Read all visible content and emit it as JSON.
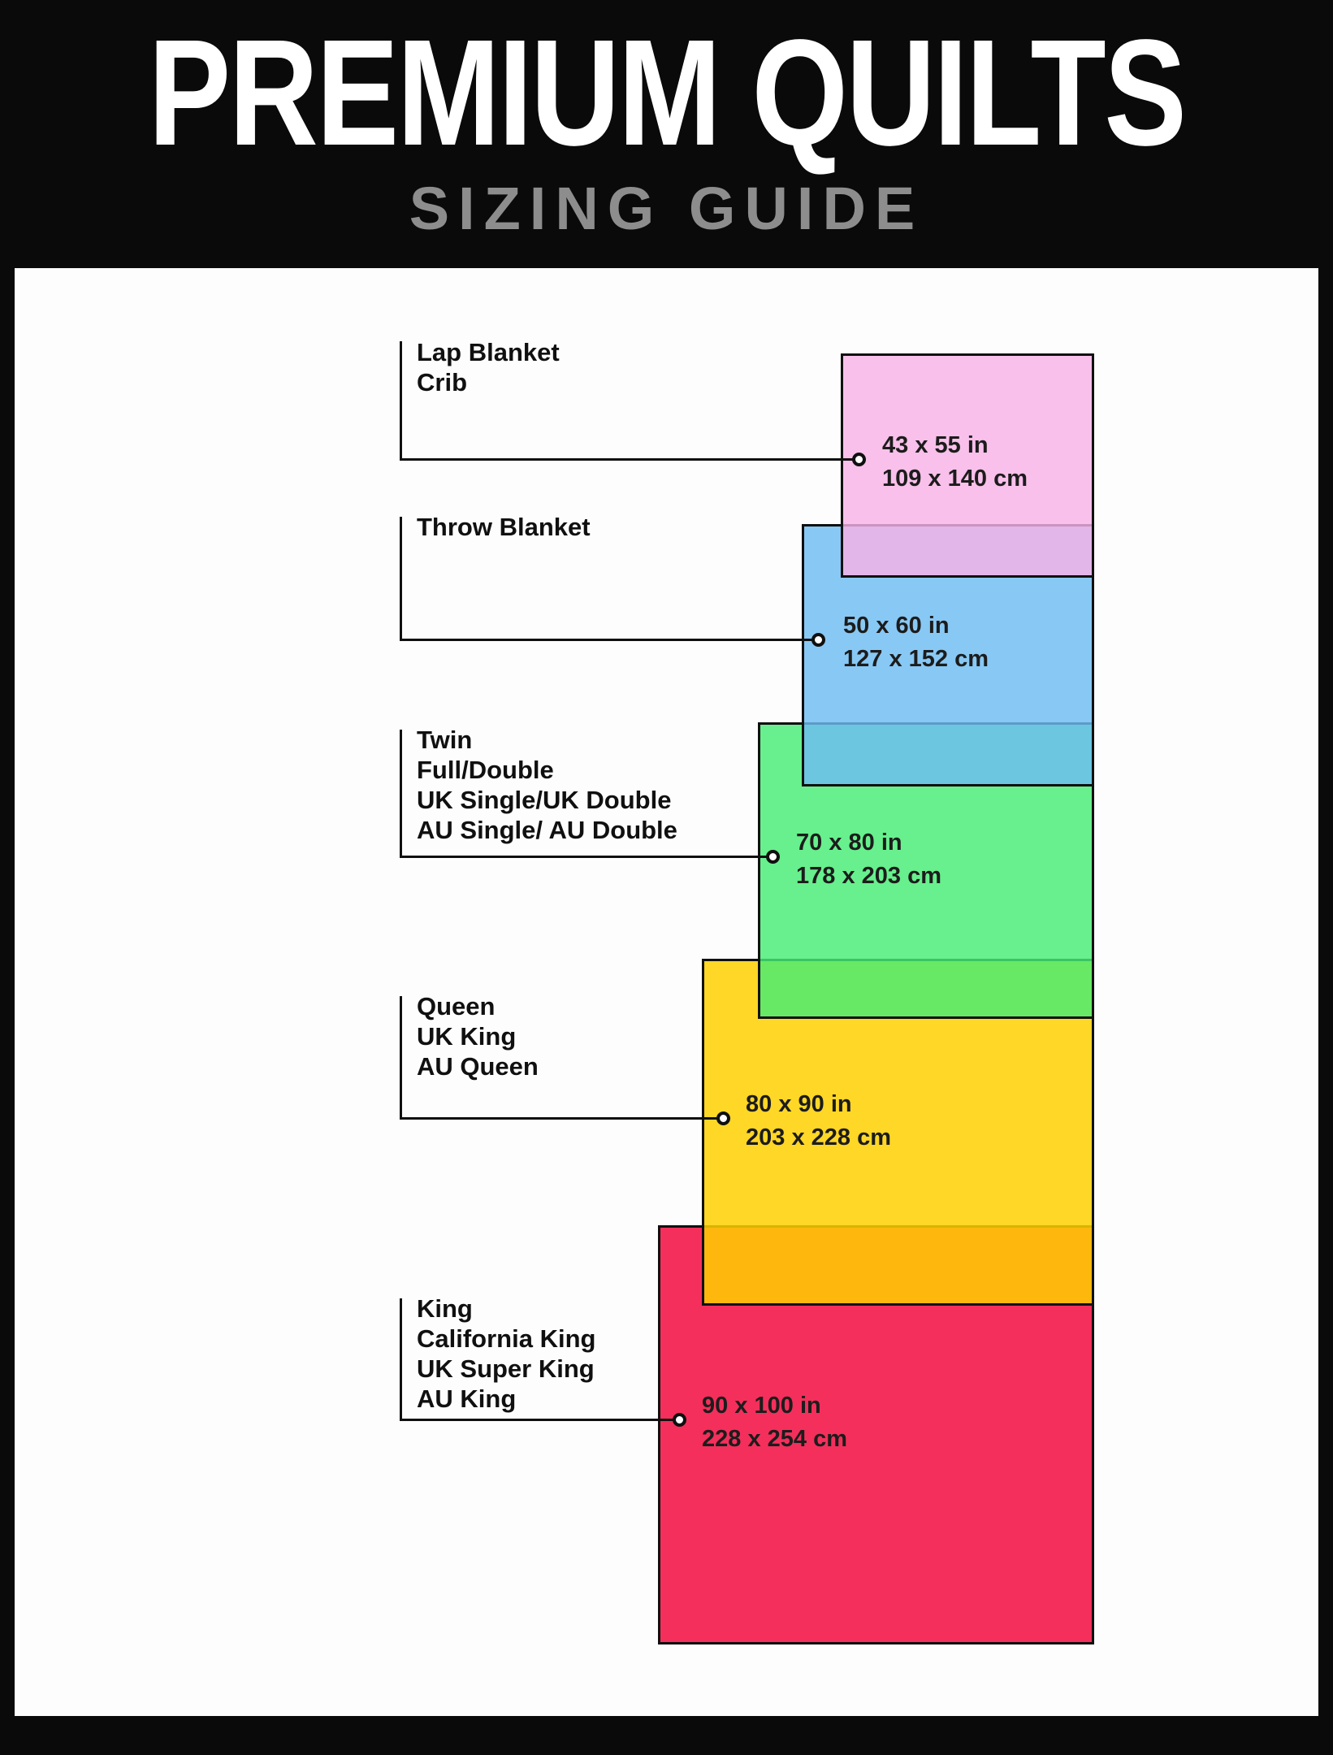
{
  "header": {
    "title": "PREMIUM QUILTS",
    "subtitle": "SIZING GUIDE"
  },
  "colors": {
    "background": "#0a0a0a",
    "panel": "#fdfdfd",
    "title": "#ffffff",
    "subtitle": "#8d8d8d",
    "line": "#101010"
  },
  "sizes": [
    {
      "id": "lap-blanket-crib",
      "labels": [
        "Lap Blanket",
        "Crib"
      ],
      "inches": "43 x 55 in",
      "cm": "109 x 140 cm",
      "color": "#f7b2e5"
    },
    {
      "id": "throw-blanket",
      "labels": [
        "Throw Blanket"
      ],
      "inches": "50 x 60 in",
      "cm": "127 x 152 cm",
      "color": "#6ebcf2"
    },
    {
      "id": "twin-full-double",
      "labels": [
        "Twin",
        "Full/Double",
        "UK Single/UK Double",
        "AU Single/ AU Double"
      ],
      "inches": "70 x 80 in",
      "cm": "178 x 203 cm",
      "color": "#46ed74"
    },
    {
      "id": "queen",
      "labels": [
        "Queen",
        "UK King",
        "AU Queen"
      ],
      "inches": "80 x 90 in",
      "cm": "203 x 228 cm",
      "color": "#ffd000"
    },
    {
      "id": "king",
      "labels": [
        "King",
        "California King",
        "UK Super King",
        "AU King"
      ],
      "inches": "90 x 100 in",
      "cm": "228 x 254 cm",
      "color": "#f20a3e"
    }
  ]
}
